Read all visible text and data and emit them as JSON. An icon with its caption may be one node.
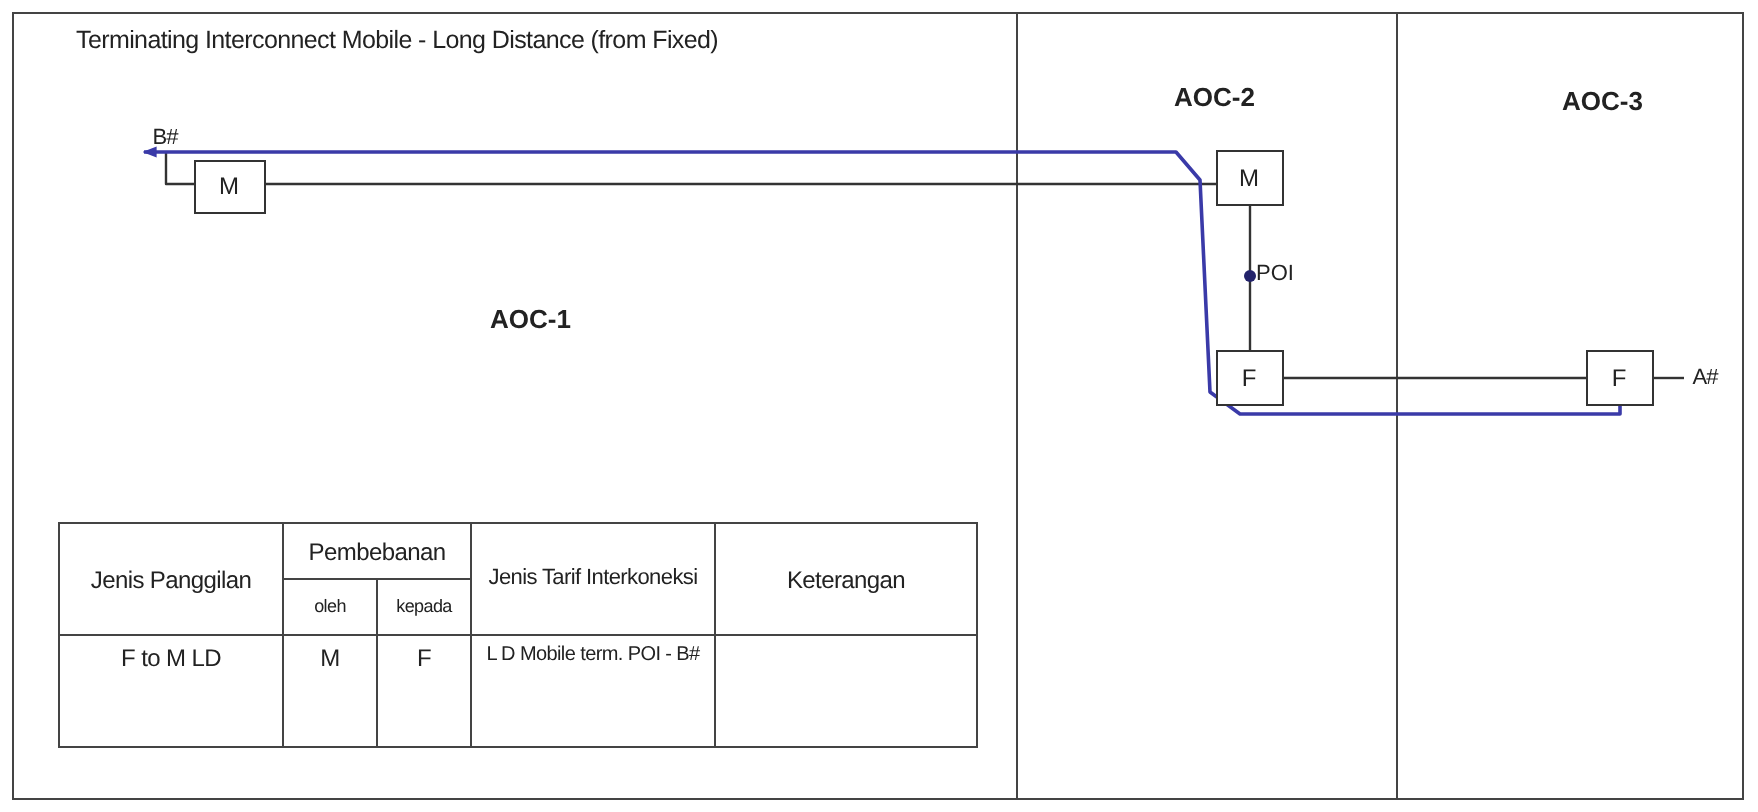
{
  "diagram": {
    "title": "Terminating Interconnect Mobile - Long Distance (from Fixed)",
    "nodes": [
      {
        "text": [
          "AOC-1"
        ]
      },
      {
        "text": [
          "AOC-2"
        ]
      },
      {
        "text": [
          "AOC-3"
        ]
      },
      {
        "text": [
          "M"
        ],
        "in": 0
      },
      {
        "text": [
          "B#"
        ],
        "in": 0
      },
      {
        "text": [
          "M"
        ],
        "in": 1
      },
      {
        "text": [
          "F"
        ],
        "in": 1
      },
      {
        "text": [
          "F"
        ],
        "in": 2
      },
      {
        "text": [
          "A#"
        ],
        "in": 2
      }
    ],
    "edges": [
      {
        "from": 4,
        "to": 3,
        "arrow": "none"
      },
      {
        "from": 3,
        "to": 5,
        "arrow": "none"
      },
      {
        "from": 5,
        "to": 6,
        "arrow": "none"
      },
      {
        "from": 6,
        "to": 7,
        "arrow": "none"
      },
      {
        "from": 7,
        "to": 8,
        "arrow": "none"
      },
      {
        "from": 7,
        "to": 4,
        "arrow": "to",
        "color": "#3a3aa8"
      }
    ],
    "labels": [
      "POI",
      "Jenis Panggilan",
      "Pembebanan",
      "Jenis Tarif Interkoneksi",
      "Keterangan",
      "oleh",
      "kepada",
      "F to M LD",
      "M",
      "F",
      "L D Mobile term. POI - B#"
    ]
  }
}
